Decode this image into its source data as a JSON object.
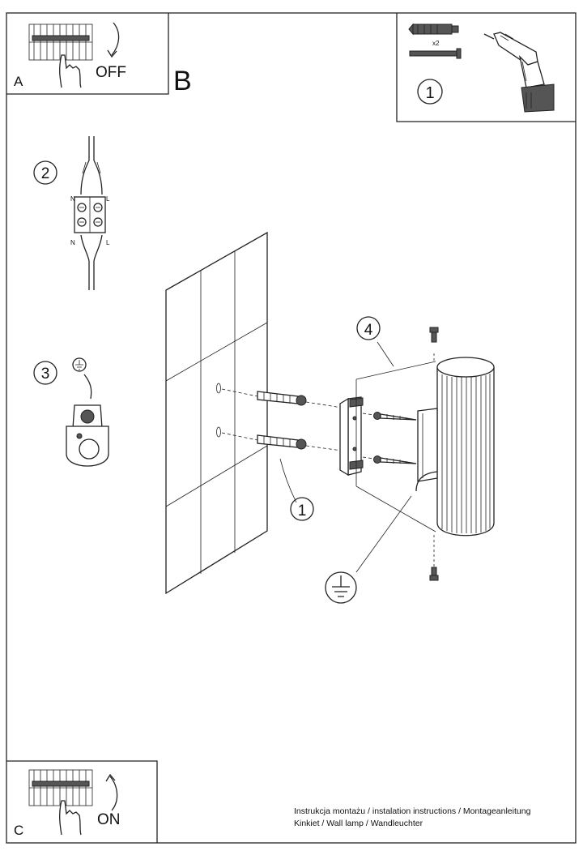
{
  "panel_a": {
    "letter": "A",
    "action": "OFF"
  },
  "panel_b": {
    "letter": "B"
  },
  "panel_c": {
    "letter": "C",
    "action": "ON"
  },
  "tools": {
    "step": "1",
    "quantity": "x2"
  },
  "steps": {
    "wiring": "2",
    "ground": "3",
    "mounting": "1",
    "lamp": "4"
  },
  "wiring_labels": {
    "n_top": "N",
    "l_top": "L",
    "n_bottom": "N",
    "l_bottom": "L"
  },
  "footer": {
    "line1": "Instrukcja montażu / instalation instructions / Montageanleitung",
    "line2": "Kinkiet / Wall lamp / Wandleuchter"
  }
}
